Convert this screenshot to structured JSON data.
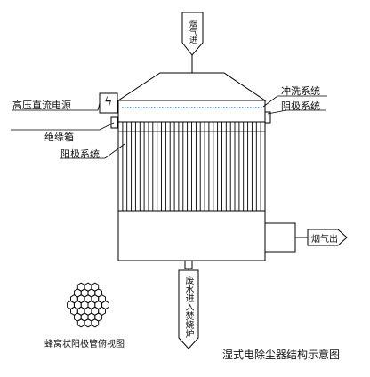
{
  "labels": {
    "flue_gas_in": "烟气进",
    "hv_power": "高压直流电源",
    "flush_system": "冲洗系统",
    "cathode_system": "阴极系统",
    "insulation_box": "绝缘箱",
    "anode_system": "阳极系统",
    "flue_gas_out": "烟气出",
    "waste_water_out": "废水进入焚烧炉",
    "honeycomb_view": "蜂窝状阳极管俯视图",
    "title": "湿式电除尘器结构示意图"
  },
  "symbols": {
    "power_glyph": "ϟ"
  }
}
